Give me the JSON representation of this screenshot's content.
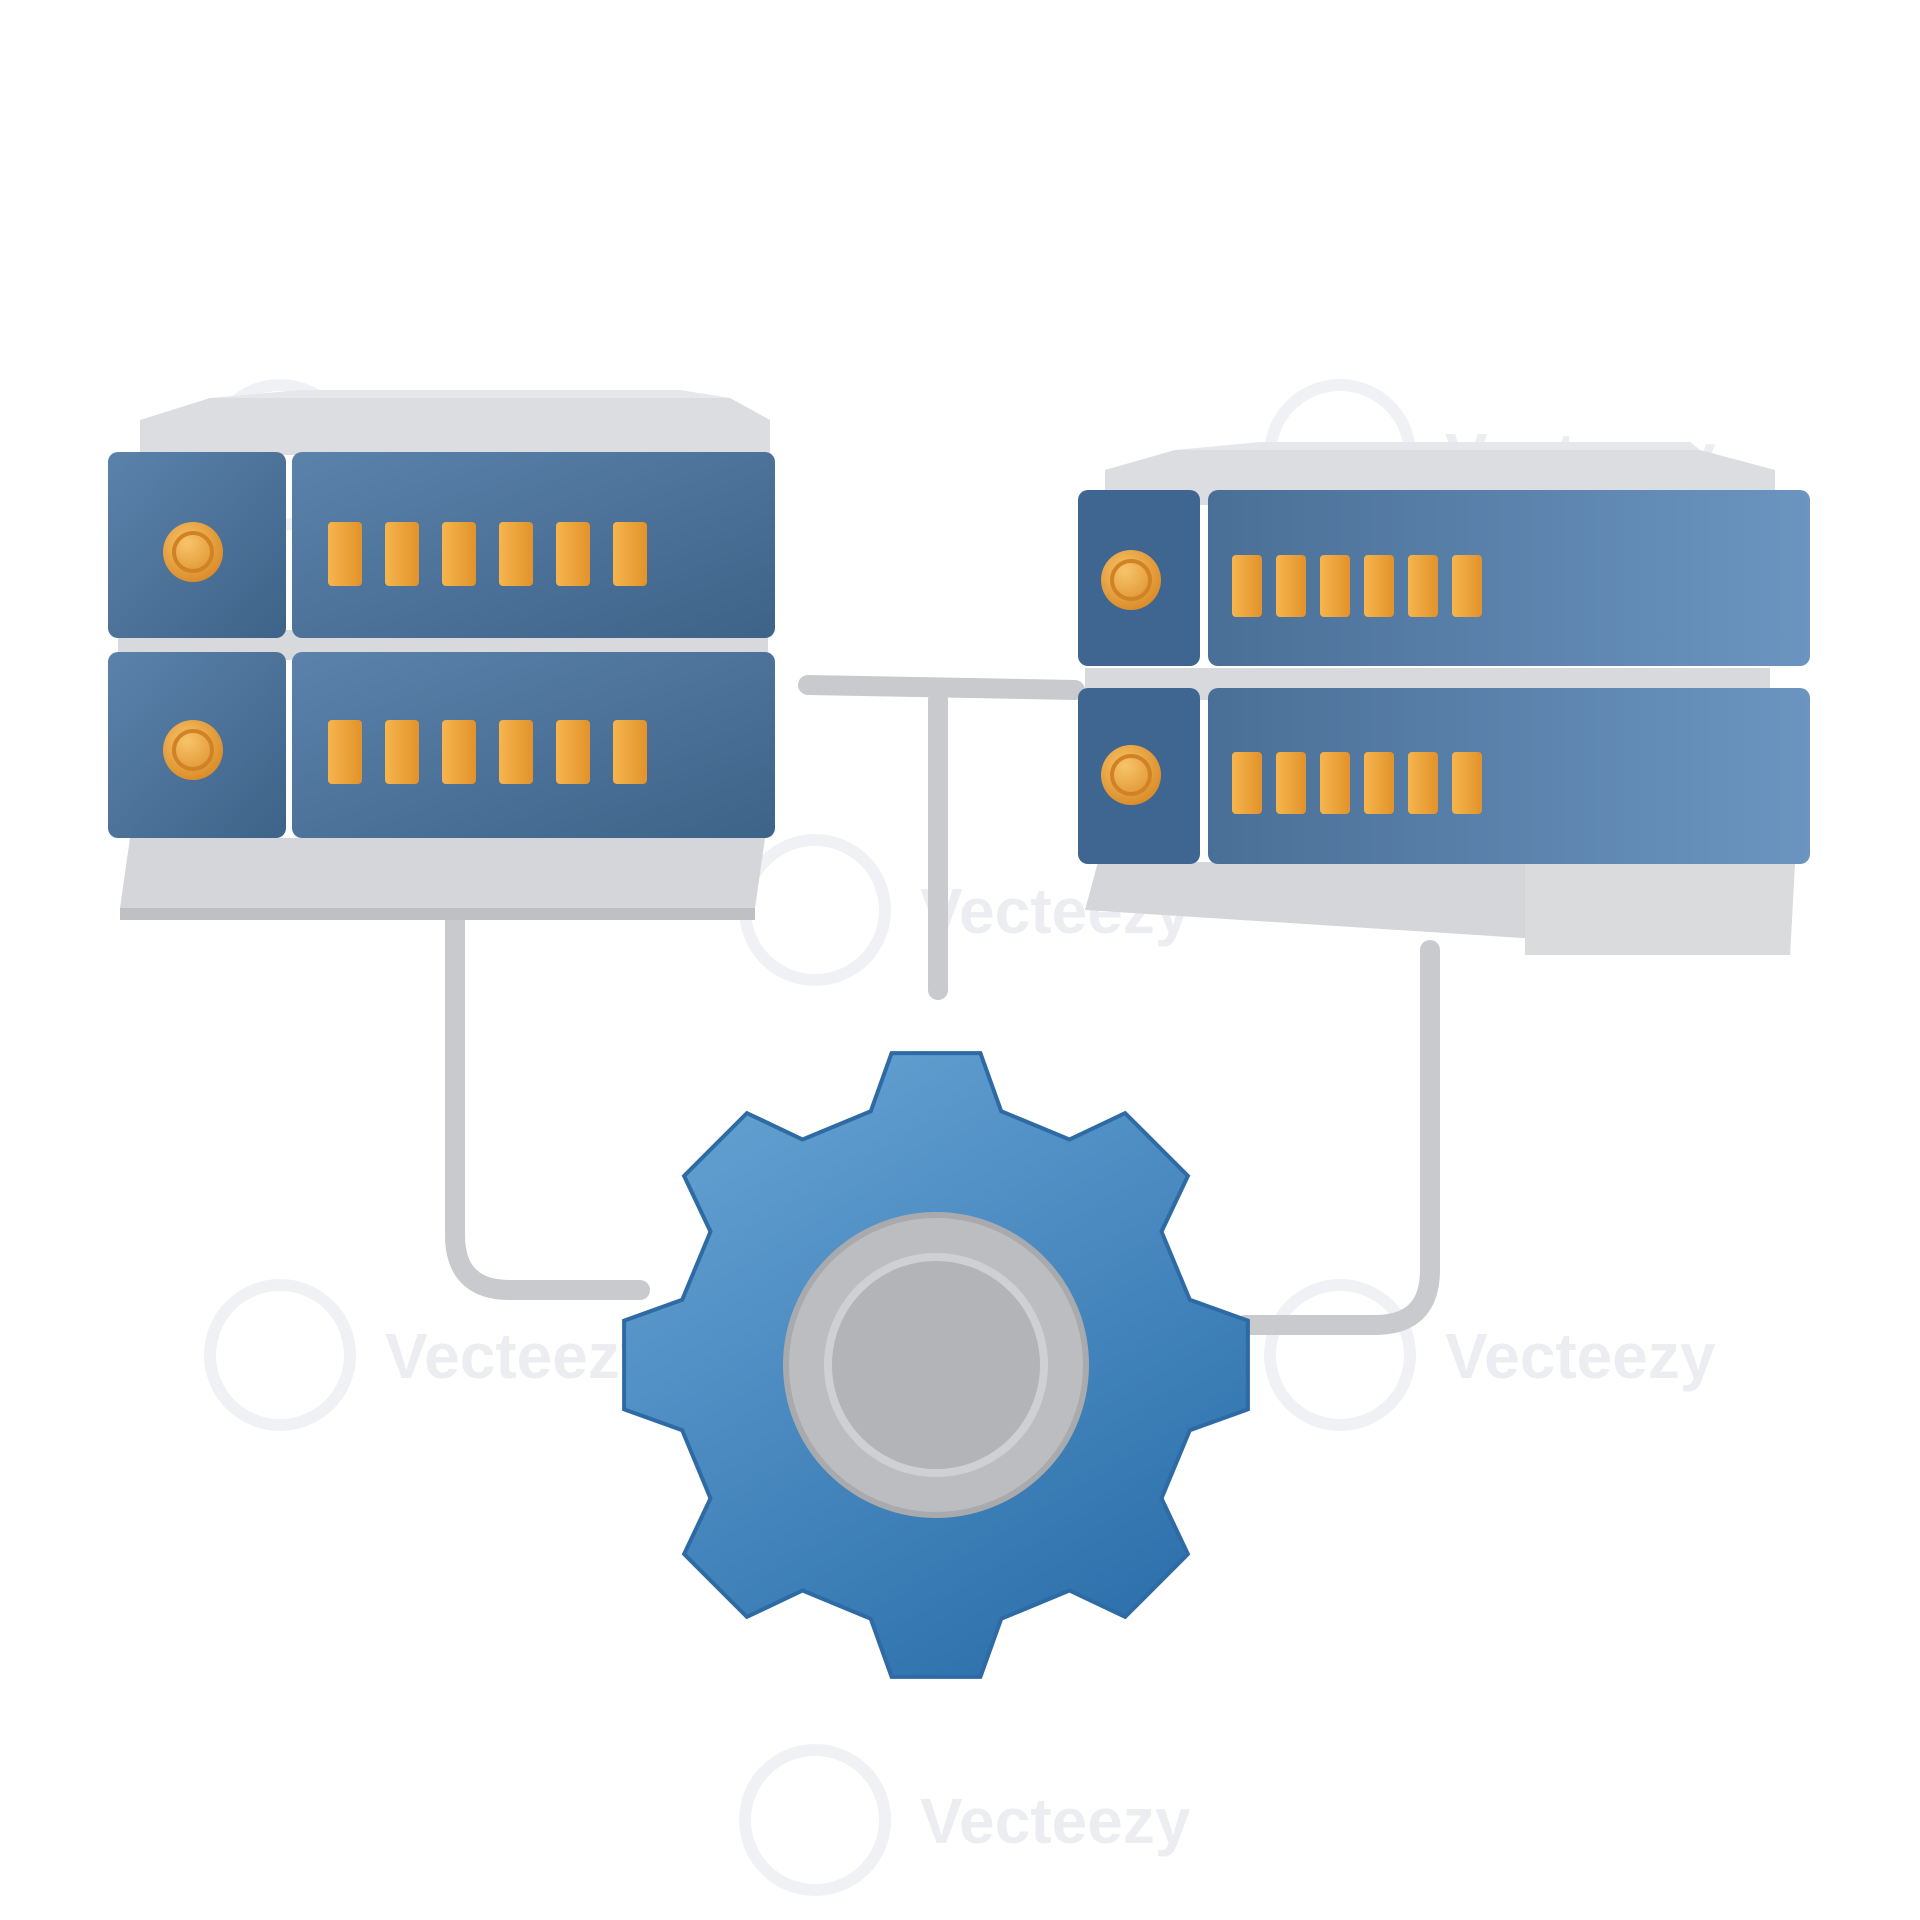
{
  "scene": {
    "subject": "servers-connected-to-gear",
    "background_color": "#ffffff"
  },
  "watermark": {
    "brand": "Vecteezy",
    "color": "#e9ecef"
  },
  "colors": {
    "server_blue": "#4a6f97",
    "server_blue_dark": "#355779",
    "server_blue_light": "#6c93bc",
    "server_gray": "#dedfe2",
    "led_orange": "#f2a43a",
    "gear_blue": "#4d8fc6",
    "gear_blue_dark": "#2f6ea8",
    "hub_gray": "#bdbec1",
    "cable_gray": "#c9cacd"
  },
  "icons": {
    "left_server": "server-rack-icon",
    "right_server": "server-rack-icon",
    "gear": "gear-icon"
  },
  "servers": [
    {
      "units": 2,
      "indicator_lights_per_unit": 6
    },
    {
      "units": 2,
      "indicator_lights_per_unit": 6
    }
  ]
}
